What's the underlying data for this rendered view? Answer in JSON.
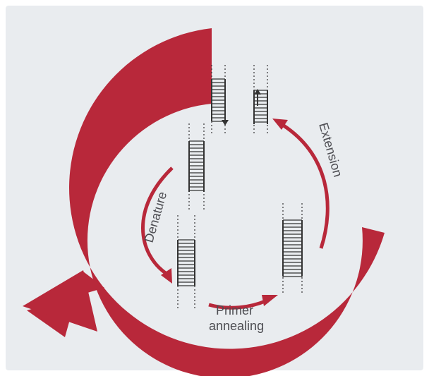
{
  "colors": {
    "panel_background": "#e9ecef",
    "cycle_arrow": "#b8283a",
    "dna_strand": "#333333",
    "label_text": "#4d4d52"
  },
  "labels": {
    "denature": "Denature",
    "primer": "Primer",
    "annealing": "annealing",
    "extension": "Extension"
  },
  "icons": {
    "outer_cycle": "large-circular-arrow",
    "denature_step": "curved-arrow",
    "annealing_step": "curved-arrow",
    "extension_step": "curved-arrow"
  }
}
